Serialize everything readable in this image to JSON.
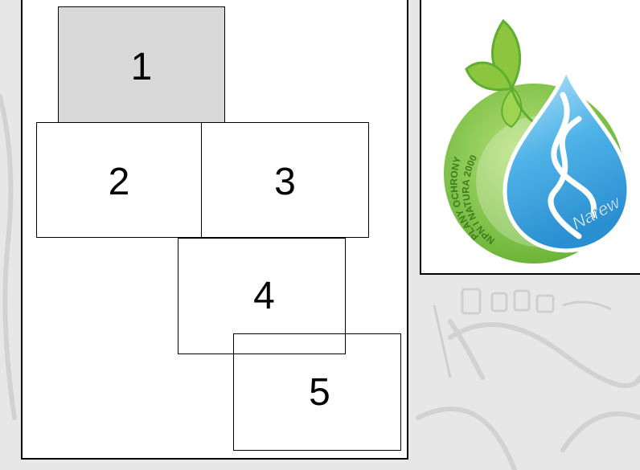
{
  "map": {
    "sheets": [
      {
        "label": "1",
        "selected": true
      },
      {
        "label": "2",
        "selected": false
      },
      {
        "label": "3",
        "selected": false
      },
      {
        "label": "4",
        "selected": false
      },
      {
        "label": "5",
        "selected": false
      }
    ]
  },
  "logo": {
    "ring_text": "NPN I NATURA 2000",
    "ring_text_2": "PLANY OCHRONY",
    "drop_text": "Narew"
  },
  "colors": {
    "selected_fill": "#d9d9d9",
    "leaf_green": "#8cc63f",
    "ring_green": "#7ac143",
    "drop_blue": "#4fb3e8"
  }
}
